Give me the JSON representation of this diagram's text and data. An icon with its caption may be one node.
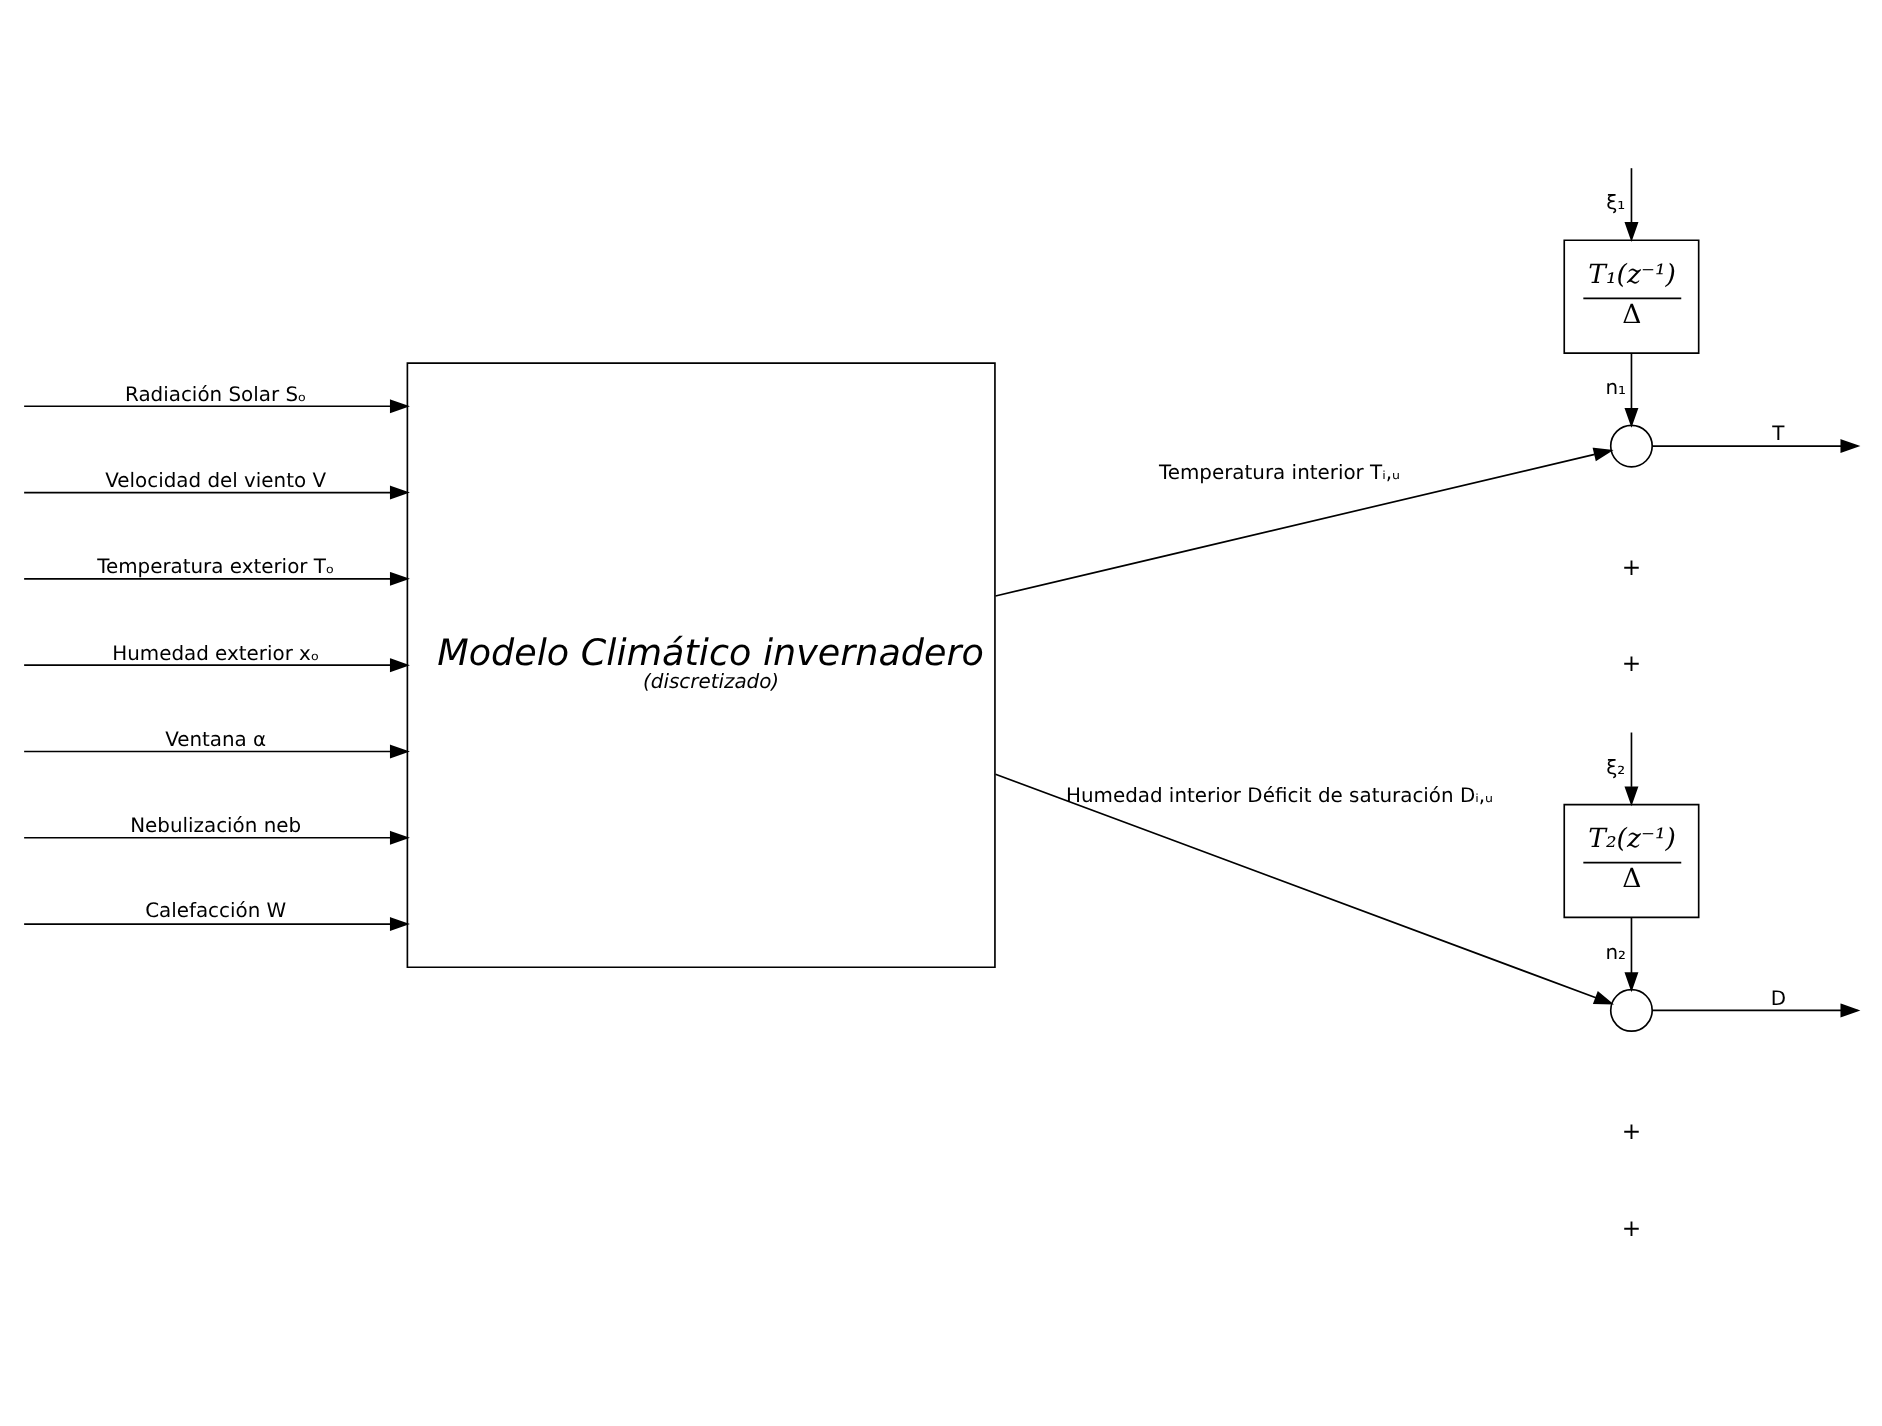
{
  "diagram": {
    "nodes": [
      {
        "text": [
          "Modelo Climático invernadero",
          "(discretizado)"
        ]
      },
      {
        "text": [
          "T₁(z⁻¹)",
          "Δ"
        ]
      },
      {
        "text": [],
        "shape": "circle"
      },
      {
        "text": [],
        "shape": "circle"
      },
      {
        "text": [
          "T₂(z⁻¹)",
          "Δ"
        ]
      }
    ],
    "edges": [
      {
        "from": null,
        "to": 0,
        "arrow": "to",
        "label": "Radiación Solar Sₒ"
      },
      {
        "from": null,
        "to": 0,
        "arrow": "to",
        "label": "Velocidad del viento V"
      },
      {
        "from": null,
        "to": 0,
        "arrow": "to",
        "label": "Temperatura exterior Tₒ"
      },
      {
        "from": null,
        "to": 0,
        "arrow": "to",
        "label": "Humedad exterior xₒ"
      },
      {
        "from": null,
        "to": 0,
        "arrow": "to",
        "label": "Ventana α"
      },
      {
        "from": null,
        "to": 0,
        "arrow": "to",
        "label": "Nebulización neb"
      },
      {
        "from": null,
        "to": 0,
        "arrow": "to",
        "label": "Calefacción W"
      },
      {
        "from": null,
        "to": 1,
        "arrow": "to",
        "label": "ξ₁"
      },
      {
        "from": 1,
        "to": 2,
        "arrow": "to",
        "label": "n₁"
      },
      {
        "from": 0,
        "to": 2,
        "arrow": "to",
        "label": "Temperatura interior Tᵢ,ᵤ"
      },
      {
        "from": 2,
        "to": null,
        "arrow": "to",
        "label": "T"
      },
      {
        "from": 0,
        "to": 3,
        "arrow": "to",
        "label": "Humedad interior Déficit de saturación Dᵢ,ᵤ"
      },
      {
        "from": 3,
        "to": null,
        "arrow": "to",
        "label": "D"
      },
      {
        "from": null,
        "to": 4,
        "arrow": "to",
        "label": "ξ₂"
      },
      {
        "from": 4,
        "to": 3,
        "arrow": "to",
        "label": "n₂"
      }
    ],
    "labels": [
      "+",
      "+",
      "+",
      "+"
    ]
  }
}
